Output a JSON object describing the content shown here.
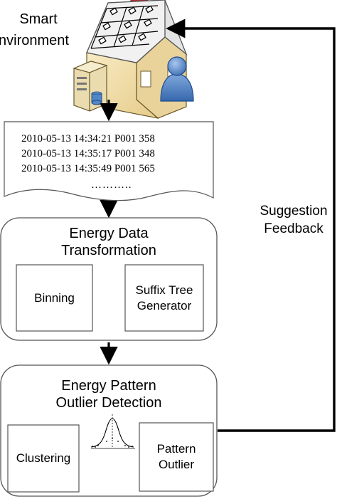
{
  "environment": {
    "label_line1": "Smart",
    "label_line2": "nvironment"
  },
  "log": {
    "lines": [
      "2010-05-13 14:34:21 P001 358",
      "2010-05-13 14:35:17 P001 348",
      "2010-05-13 14:35:49 P001 565"
    ],
    "ellipsis": "……….."
  },
  "transformation": {
    "title_line1": "Energy Data",
    "title_line2": "Transformation",
    "binning": "Binning",
    "suffix_tree_line1": "Suffix Tree",
    "suffix_tree_line2": "Generator"
  },
  "detection": {
    "title_line1": "Energy Pattern",
    "title_line2": "Outlier Detection",
    "clustering": "Clustering",
    "pattern_outlier_line1": "Pattern",
    "pattern_outlier_line2": "Outlier"
  },
  "feedback": {
    "line1": "Suggestion",
    "line2": "Feedback"
  },
  "colors": {
    "house_wall": "#f3dfa9",
    "roof": "#dcdcdc",
    "chimney": "#d23b3b",
    "user": "#4a7fc1",
    "server": "#e8d9a8",
    "panel_fill": "#ffffff",
    "line": "#000000"
  }
}
